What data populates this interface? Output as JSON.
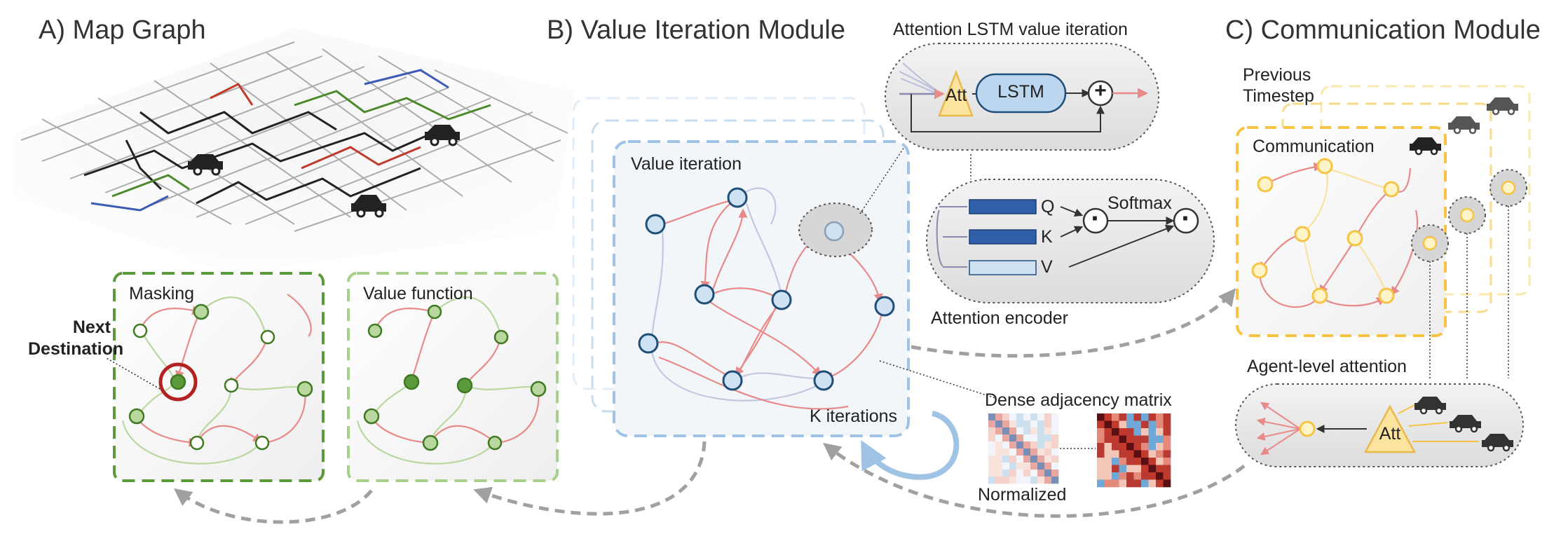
{
  "panels": {
    "a_title": "A) Map Graph",
    "b_title": "B) Value Iteration Module",
    "c_title": "C) Communication Module"
  },
  "map_graph": {
    "masking_label": "Masking",
    "value_function_label": "Value function",
    "next_destination_label": "Next\nDestination"
  },
  "value_iteration": {
    "box_label": "Value iteration",
    "k_iterations_label": "K iterations",
    "attention_lstm_title": "Attention LSTM value iteration",
    "att_label": "Att",
    "lstm_label": "LSTM",
    "plus_symbol": "+",
    "attention_encoder_label": "Attention encoder",
    "q_label": "Q",
    "k_label": "K",
    "v_label": "V",
    "softmax_label": "Softmax",
    "dot_symbol": "·",
    "dense_adjacency_label": "Dense adjacency matrix",
    "normalized_label": "Normalized"
  },
  "communication": {
    "previous_timestep_label": "Previous\nTimestep",
    "communication_label": "Communication",
    "agent_attention_label": "Agent-level attention",
    "att_label": "Att"
  },
  "colors": {
    "dark_green": "#5a9a3a",
    "light_green": "#a8d08d",
    "blue_dashed": "#9fc3e4",
    "node_blue_fill": "#cfe2f3",
    "node_blue_stroke": "#1f4e79",
    "yellow": "#f6c343",
    "edge_red": "#e88a8a",
    "grey_arrow": "#a0a0a0",
    "enc_dark_blue": "#2e5fa8",
    "enc_light_blue": "#cfe2f3",
    "mask_highlight": "#b22222"
  }
}
